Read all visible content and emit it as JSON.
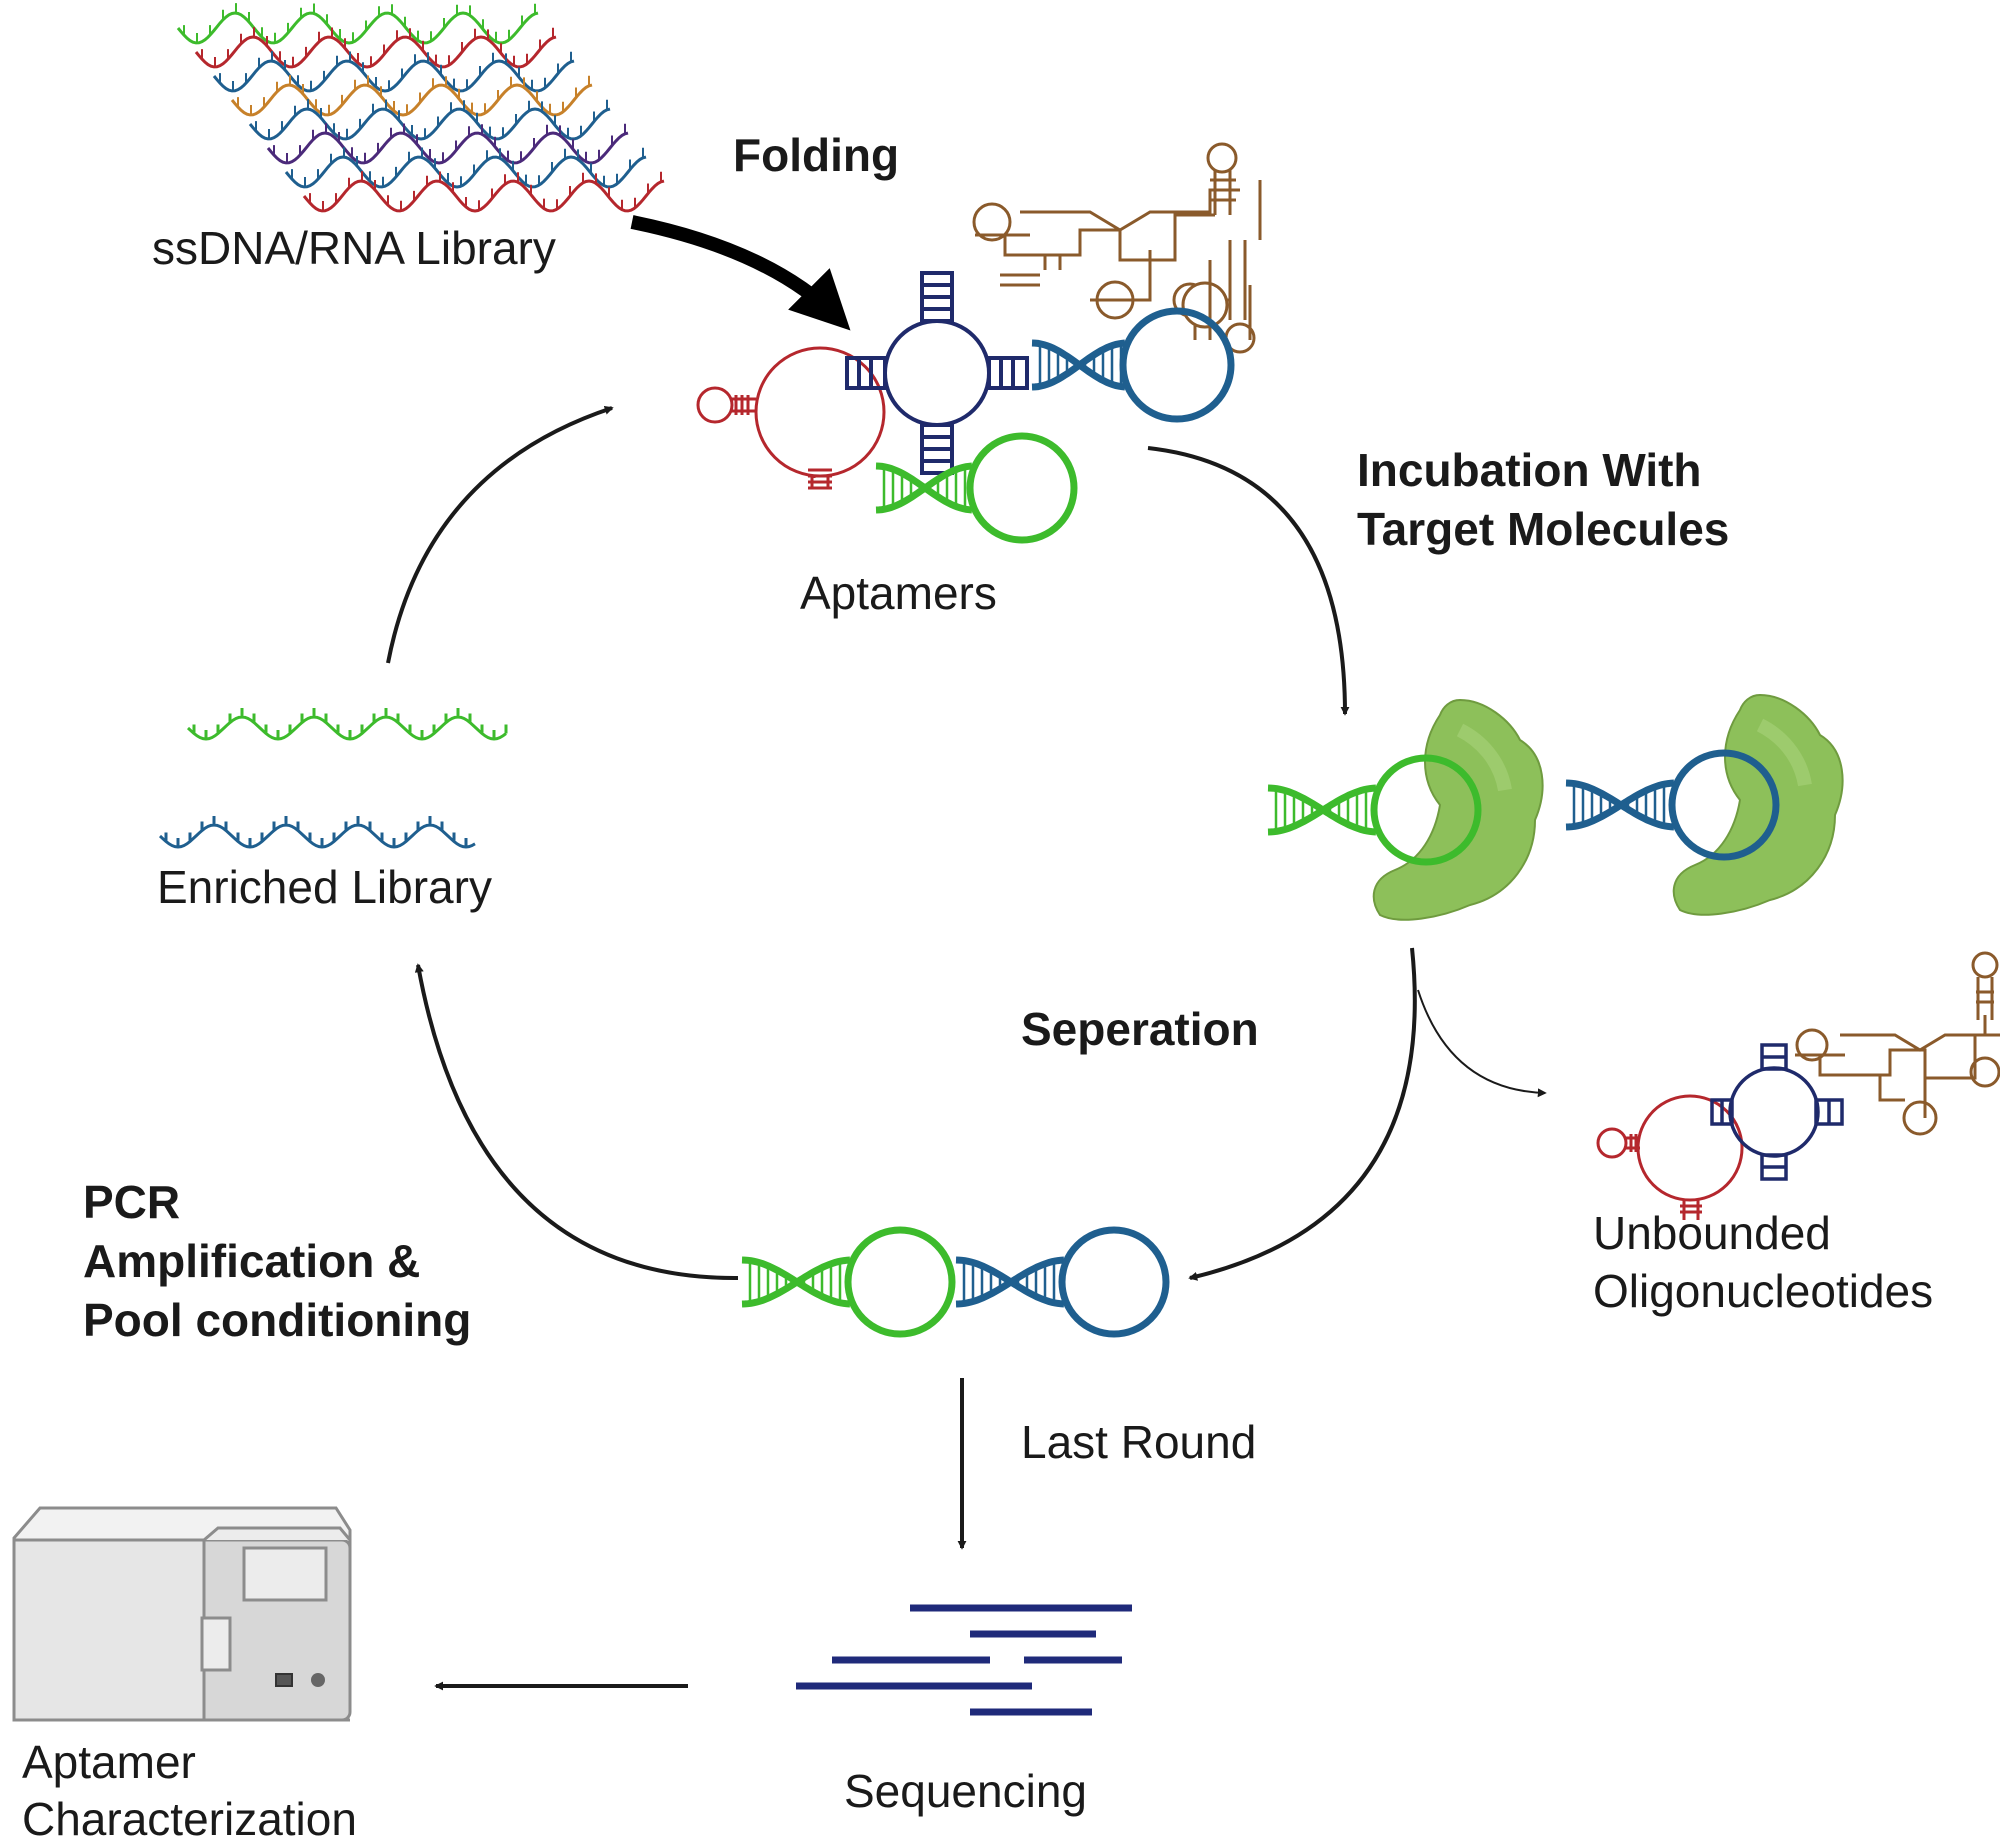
{
  "labels": {
    "library": "ssDNA/RNA Library",
    "folding": "Folding",
    "aptamers": "Aptamers",
    "incubation_line1": "Incubation With",
    "incubation_line2": "Target Molecules",
    "seperation": "Seperation",
    "unbounded_line1": "Unbounded",
    "unbounded_line2": "Oligonucleotides",
    "enriched": "Enriched Library",
    "pcr_line1": "PCR",
    "pcr_line2": "Amplification &",
    "pcr_line3": "Pool conditioning",
    "last_round": "Last Round",
    "sequencing": "Sequencing",
    "characterization_line1": "Aptamer",
    "characterization_line2": "Characterization"
  },
  "colors": {
    "green": "#3dbb2c",
    "blue": "#1f5f8f",
    "navy": "#1f2a6b",
    "red": "#b5272d",
    "brown": "#8a5a2b",
    "orange": "#c7812a",
    "purple": "#4b2a7a",
    "protein": "#8dc05a",
    "arrow": "#1a1a1a"
  }
}
